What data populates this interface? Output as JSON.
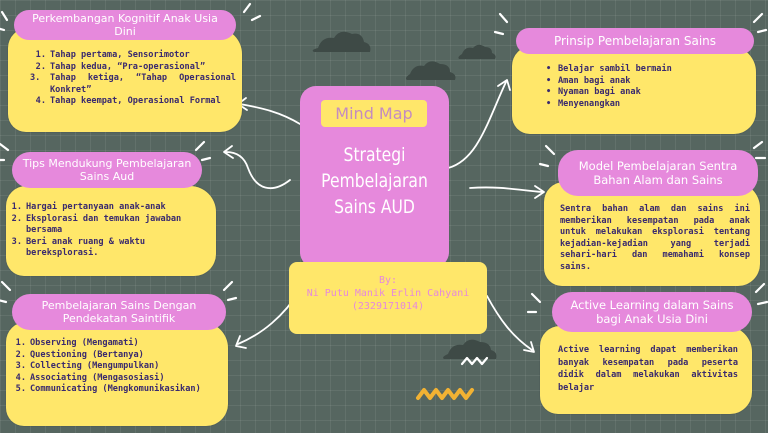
{
  "center": {
    "tag": "Mind Map",
    "title_lines": [
      "Strategi",
      "Pembelajaran",
      "Sains AUD"
    ],
    "by_label": "By:",
    "author": "Ni Putu Manik Erlin Cahyani",
    "student_id": "(2329171014)"
  },
  "branches": {
    "kognitif": {
      "title": "Perkembangan Kognitif Anak Usia Dini",
      "items": [
        {
          "n": "1.",
          "text": "Tahap pertama, Sensorimotor"
        },
        {
          "n": "2.",
          "text": "Tahap kedua, “Pra-operasional”"
        },
        {
          "n": "3.",
          "text": "Tahap ketiga, “Tahap Operasional Konkret”"
        },
        {
          "n": "4.",
          "text": "Tahap keempat, Operasional Formal"
        }
      ]
    },
    "tips": {
      "title": "Tips Mendukung Pembelajaran Sains Aud",
      "items": [
        {
          "n": "1.",
          "text": "Hargai pertanyaan anak-anak"
        },
        {
          "n": "2.",
          "text": "Eksplorasi dan temukan jawaban bersama"
        },
        {
          "n": "3.",
          "text": "Beri anak ruang & waktu bereksplorasi."
        }
      ]
    },
    "saintifik": {
      "title": "Pembelajaran Sains Dengan Pendekatan Saintifik",
      "items": [
        {
          "n": "1.",
          "text": "Observing (Mengamati)"
        },
        {
          "n": "2.",
          "text": "Questioning (Bertanya)"
        },
        {
          "n": "3.",
          "text": "Collecting (Mengumpulkan)"
        },
        {
          "n": "4.",
          "text": "Associating (Mengasosiasi)"
        },
        {
          "n": "5.",
          "text": "Communicating (Mengkomunikasikan)"
        }
      ]
    },
    "prinsip": {
      "title": "Prinsip Pembelajaran Sains",
      "items": [
        {
          "n": "•",
          "text": "Belajar sambil bermain"
        },
        {
          "n": "•",
          "text": "Aman bagi anak"
        },
        {
          "n": "•",
          "text": "Nyaman bagi anak"
        },
        {
          "n": "•",
          "text": "Menyenangkan"
        }
      ]
    },
    "sentra": {
      "title": "Model Pembelajaran Sentra Bahan Alam dan Sains",
      "text": "Sentra bahan alam dan sains ini memberikan kesempatan pada anak untuk melakukan eksplorasi tentang kejadian-kejadian yang terjadi sehari-hari dan memahami konsep sains."
    },
    "active": {
      "title": "Active Learning dalam Sains bagi Anak Usia Dini",
      "text": "Active learning dapat memberikan banyak kesempatan pada peserta didik dalam melakukan aktivitas belajar"
    }
  },
  "colors": {
    "background": "#566660",
    "pink": "#e689dc",
    "yellow": "#ffe76a",
    "text": "#3a2a6e"
  }
}
